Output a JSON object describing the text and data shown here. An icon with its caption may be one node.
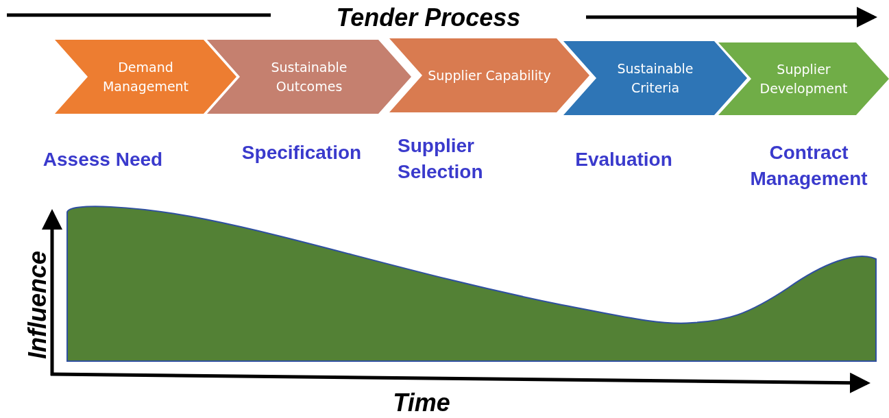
{
  "diagram": {
    "title": "Tender Process",
    "nodes": [
      {
        "text": [
          "Demand Management"
        ]
      },
      {
        "text": [
          "Sustainable Outcomes"
        ]
      },
      {
        "text": [
          "Supplier Capability"
        ]
      },
      {
        "text": [
          "Sustainable Criteria"
        ]
      },
      {
        "text": [
          "Supplier Development"
        ]
      }
    ],
    "edges": [],
    "labels": [
      "Assess Need",
      "Specification",
      "Supplier Selection",
      "Evaluation",
      "Contract Management",
      "Influence",
      "Time"
    ]
  }
}
